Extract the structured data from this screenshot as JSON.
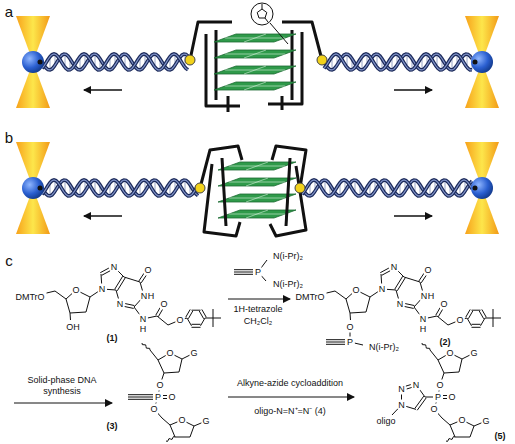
{
  "diagram": {
    "labels": [
      "a",
      "b",
      "c",
      "DMTrO",
      "O",
      "OH",
      "N",
      "N",
      "N",
      "N",
      "H",
      "O",
      "N",
      "H",
      "O",
      "O",
      "(1)",
      "P",
      "N(i-Pr)₂",
      "N(i-Pr)₂",
      "1H-tetrazole",
      "CH₂Cl₂",
      "DMTrO",
      "O",
      "N",
      "N",
      "N",
      "N",
      "H",
      "O",
      "N",
      "H",
      "O",
      "O",
      "O",
      "P",
      "N(i-Pr)₂",
      "(2)",
      "Solid-phase DNA synthesis",
      "O",
      "G",
      "O",
      "P",
      "O",
      "O",
      "O",
      "G",
      "(3)",
      "Alkyne-azide cycloaddition",
      "oligo-N=N⁺=N⁻ (4)",
      "O",
      "G",
      "O",
      "P",
      "O",
      "O",
      "O",
      "G",
      "N",
      "N",
      "N",
      "oligo",
      "(5)"
    ]
  }
}
